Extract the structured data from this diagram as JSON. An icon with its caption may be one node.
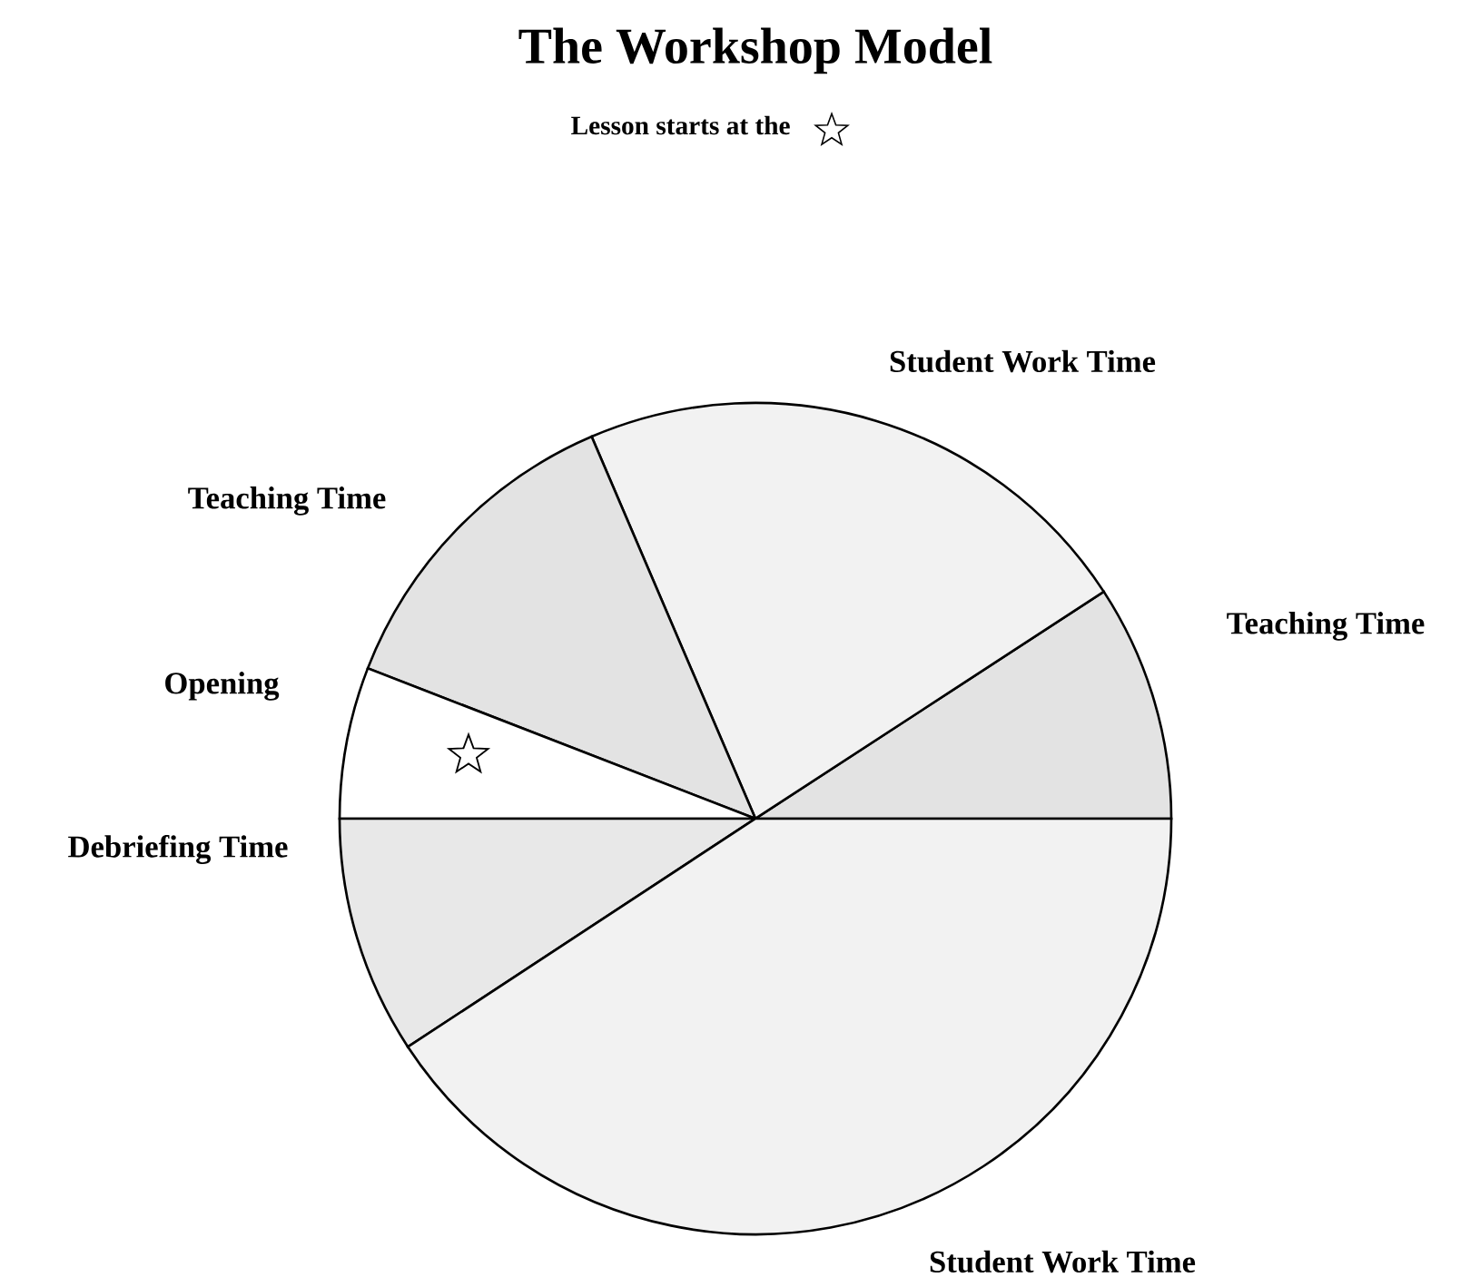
{
  "diagram": {
    "title": "The Workshop Model",
    "nodes": [
      {
        "text": [
          "Teaching Time"
        ]
      },
      {
        "text": [
          "Student Work Time"
        ]
      },
      {
        "text": [
          "Teaching Time"
        ]
      },
      {
        "text": [
          "Opening"
        ]
      },
      {
        "text": [
          "Debriefing Time"
        ]
      },
      {
        "text": [
          "Student Work Time"
        ]
      }
    ],
    "labels": [
      "Lesson starts at the"
    ]
  }
}
